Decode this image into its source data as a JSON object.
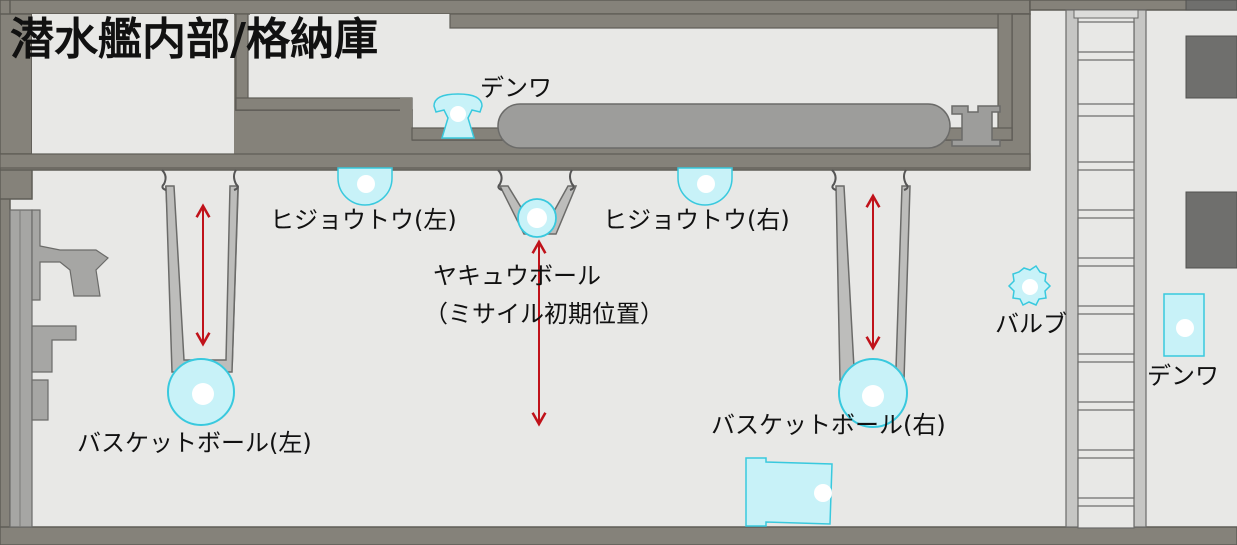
{
  "title": "潜水艦内部/格納庫",
  "labels": {
    "phone_top": "デンワ",
    "emergency_light_left": "ヒジョウトウ(左)",
    "emergency_light_right": "ヒジョウトウ(右)",
    "yakyu_ball_line1": "ヤキュウボール",
    "yakyu_ball_line2": "（ミサイル初期位置）",
    "valve": "バルブ",
    "phone_right": "デンワ",
    "basketball_left": "バスケットボール(左)",
    "basketball_right": "バスケットボール(右)"
  },
  "colors": {
    "wall": "#85827a",
    "floor": "#e8e8e6",
    "interactive": "#c8f2f8",
    "interactive_edge": "#39c9de",
    "arrow": "#c0121a",
    "pipe": "#a8a8a6"
  },
  "icons": {
    "phone": "telephone-icon",
    "valve": "valve-icon",
    "light": "lamp-icon",
    "ball": "ball-icon"
  }
}
